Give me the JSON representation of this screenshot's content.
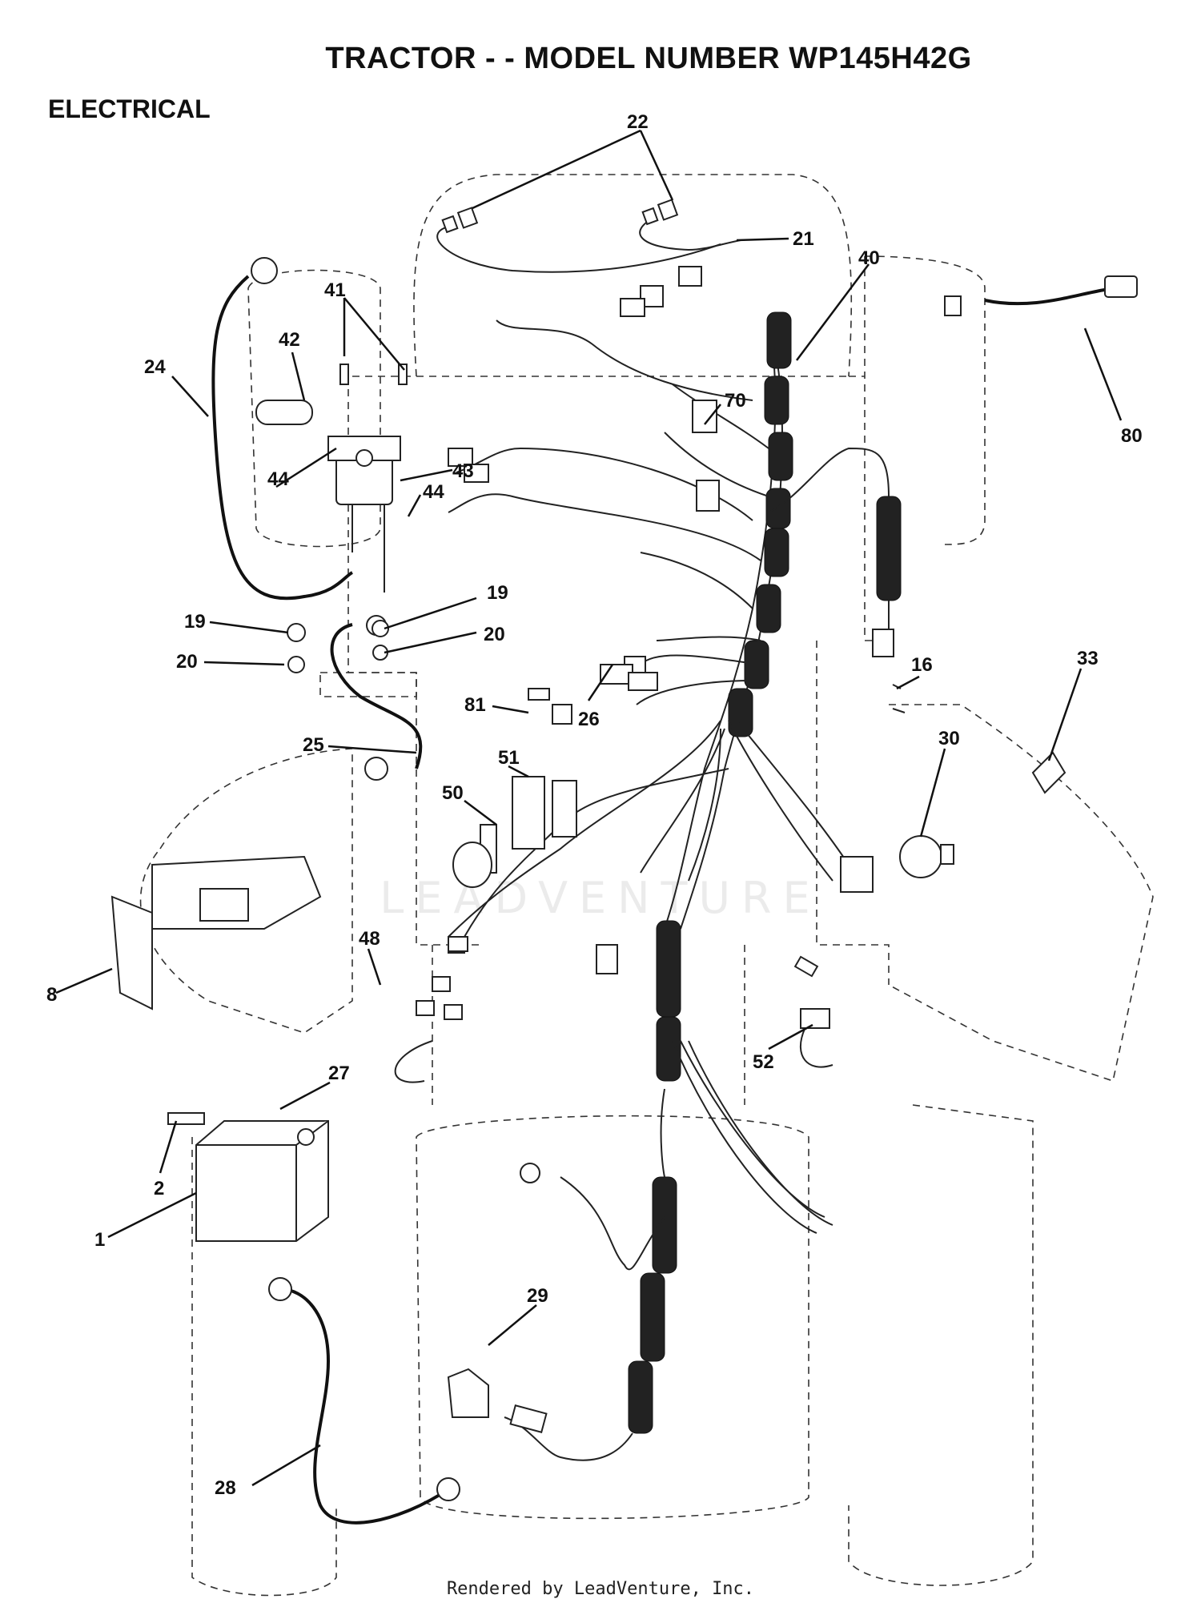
{
  "title": "TRACTOR - - MODEL NUMBER WP145H42G",
  "section": "ELECTRICAL",
  "watermark": "LEADVENTURE",
  "footer": "Rendered by LeadVenture, Inc.",
  "callouts": [
    "22",
    "21",
    "40",
    "41",
    "42",
    "24",
    "70",
    "80",
    "43",
    "44",
    "44",
    "19",
    "19",
    "20",
    "20",
    "16",
    "33",
    "81",
    "26",
    "25",
    "51",
    "50",
    "30",
    "8",
    "48",
    "27",
    "52",
    "2",
    "1",
    "29",
    "28"
  ]
}
